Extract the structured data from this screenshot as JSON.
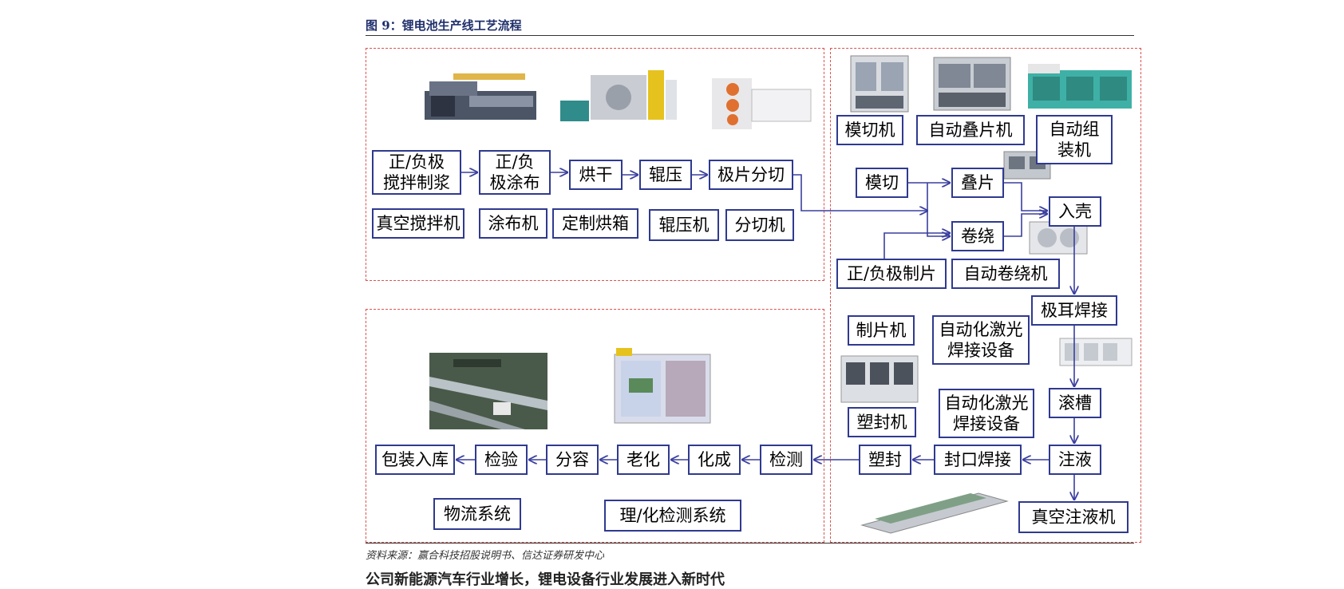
{
  "figure": {
    "title": "图 9：锂电池生产线工艺流程",
    "source": "资料来源：赢合科技招股说明书、信达证券研发中心",
    "next_text": "公司新能源汽车行业增长，锂电设备行业发展进入新时代"
  },
  "colors": {
    "box_border": "#2f3a8f",
    "arrow": "#3a3f9e",
    "region_border": "#d9534f"
  },
  "front_process": {
    "steps": [
      "正/负极\n搅拌制浆",
      "正/负\n极涂布",
      "烘干",
      "辊压",
      "极片分切"
    ],
    "equipment": [
      "真空搅拌机",
      "涂布机",
      "定制烘箱",
      "辊压机",
      "分切机"
    ]
  },
  "middle_process": {
    "equipment_top": [
      "模切机",
      "自动叠片机",
      "自动组\n装机"
    ],
    "die_cut": "模切",
    "stack": "叠片",
    "wind": "卷绕",
    "electrode_sheet": "正/负极制片",
    "auto_winder": "自动卷绕机",
    "casing": "入壳",
    "tab_weld": "极耳焊接",
    "sheet_machine": "制片机",
    "laser_weld_1": "自动化激光\n焊接设备",
    "plastic_seal_machine": "塑封机",
    "laser_weld_2": "自动化激光\n焊接设备",
    "grooving": "滚槽",
    "injection": "注液",
    "seal_weld": "封口焊接",
    "plastic_seal": "塑封",
    "vacuum_injector": "真空注液机"
  },
  "back_process": {
    "steps": [
      "检测",
      "化成",
      "老化",
      "分容",
      "检验",
      "包装入库"
    ],
    "equipment": [
      "物流系统",
      "理/化检测系统"
    ]
  },
  "machine_photos": [
    "coater-machine-photo",
    "calender-machine-photo",
    "slitter-machine-photo",
    "die-cutter-photo",
    "stacker-photo",
    "assembler-photo",
    "stacker-small-photo",
    "winder-photo",
    "welder-photo",
    "sheet-maker-photo",
    "injector-photo",
    "conveyor-photo",
    "tester-cabinet-photo"
  ]
}
